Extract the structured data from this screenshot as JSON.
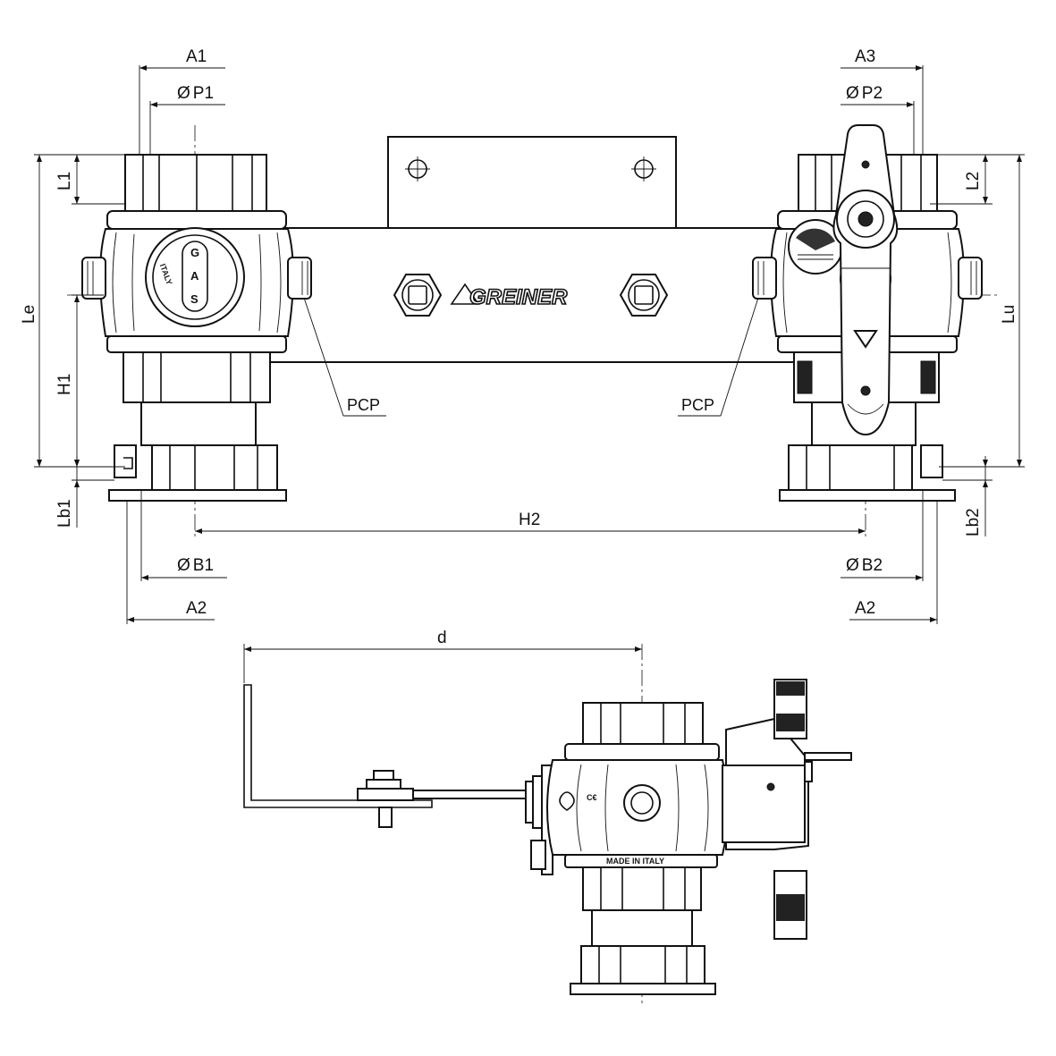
{
  "dimensions": {
    "A1": "A1",
    "A3": "A3",
    "P1": "P1",
    "P2": "P2",
    "L1": "L1",
    "L2": "L2",
    "Le": "Le",
    "Lu": "Lu",
    "H1": "H1",
    "H2": "H2",
    "Lb1": "Lb1",
    "Lb2": "Lb2",
    "B1": "B1",
    "B2": "B2",
    "A2_left": "A2",
    "A2_right": "A2",
    "d": "d"
  },
  "diameter_symbol": "Ø",
  "callouts": {
    "pcp_left": "PCP",
    "pcp_right": "PCP"
  },
  "brand": "GREINER",
  "markings": {
    "gas_g": "G",
    "gas_a": "A",
    "gas_s": "S",
    "italy": "ITALY",
    "made_in_italy": "MADE IN ITALY"
  }
}
